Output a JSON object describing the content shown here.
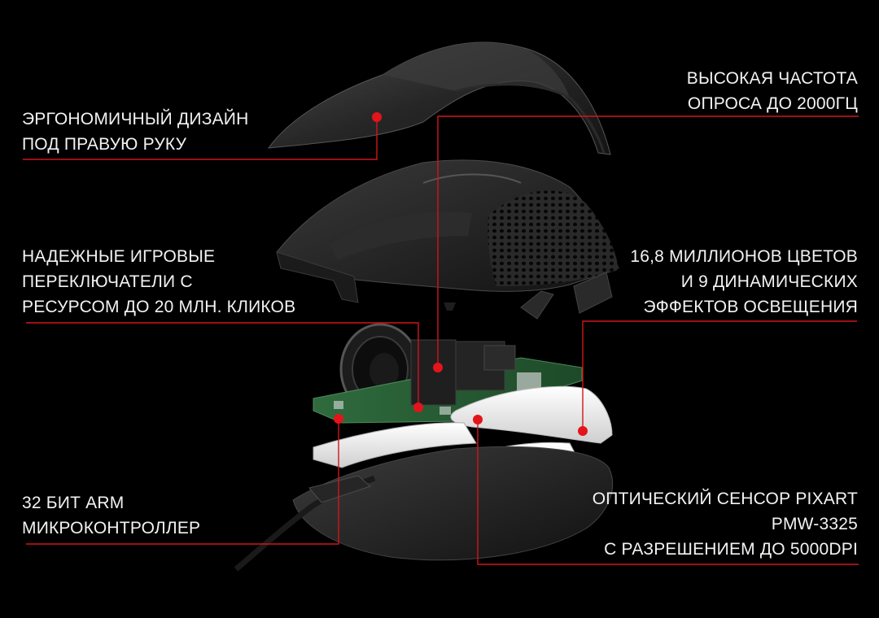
{
  "colors": {
    "background": "#000000",
    "text": "#f2f2f2",
    "accent": "#e4141b"
  },
  "callouts": {
    "ergonomic": {
      "lines": [
        "ЭРГОНОМИЧНЫЙ ДИЗАЙН",
        "ПОД ПРАВУЮ РУКУ"
      ]
    },
    "switches": {
      "lines": [
        "НАДЕЖНЫЕ ИГРОВЫЕ",
        "ПЕРЕКЛЮЧАТЕЛИ С",
        "РЕСУРСОМ ДО 20 МЛН. КЛИКОВ"
      ]
    },
    "arm": {
      "lines": [
        "32 БИТ ARM",
        "МИКРОКОНТРОЛЛЕР"
      ]
    },
    "polling": {
      "lines": [
        "ВЫСОКАЯ ЧАСТОТА",
        "ОПРОСА ДО 2000ГЦ"
      ]
    },
    "lighting": {
      "lines": [
        "16,8 МИЛЛИОНОВ ЦВЕТОВ",
        "И 9 ДИНАМИЧЕСКИХ",
        "ЭФФЕКТОВ ОСВЕЩЕНИЯ"
      ]
    },
    "sensor": {
      "lines": [
        "ОПТИЧЕСКИЙ СЕНСОР PIXART",
        "PMW-3325",
        "С РАЗРЕШЕНИЕМ ДО 5000DPI"
      ]
    }
  }
}
